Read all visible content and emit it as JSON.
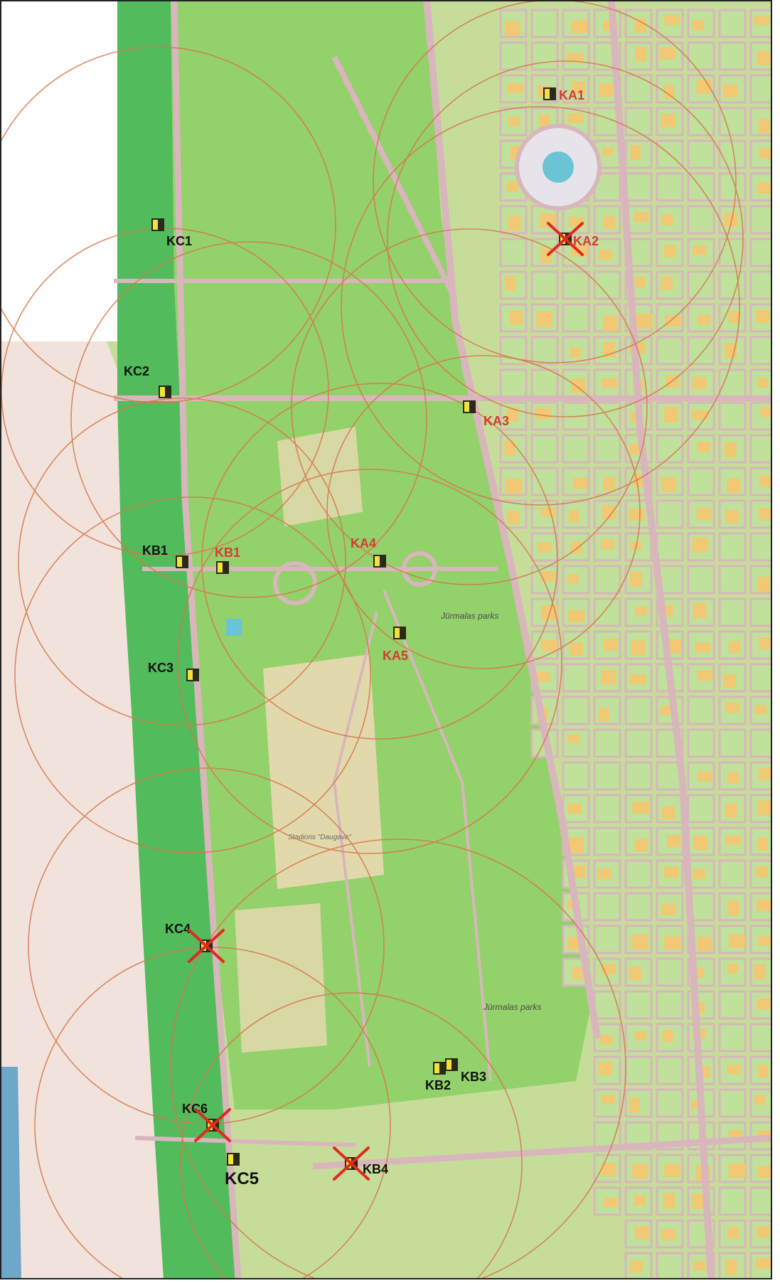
{
  "parks": [
    {
      "id": "park-north",
      "label": "Jūrmalas parks"
    },
    {
      "id": "park-south",
      "label": "Jūrmalas parks"
    }
  ],
  "stadium": {
    "label": "Stadions \"Daugava\""
  },
  "colors": {
    "sea": "#6fa7c9",
    "beach": "#f1e3dc",
    "forest": "#52bb5c",
    "park": "#93d16b",
    "road": "#d8b6bc",
    "building": "#f1c873",
    "range_circle": "#d6774a",
    "label_red": "#d63a33",
    "label_black": "#111111",
    "marker_yellow": "#f2e23a",
    "marker_dark": "#2a2a1a",
    "cross": "#e02a1f"
  },
  "stations": [
    {
      "id": "KA1",
      "label": "KA1",
      "group": "KA",
      "removed": false
    },
    {
      "id": "KA2",
      "label": "KA2",
      "group": "KA",
      "removed": true
    },
    {
      "id": "KA3",
      "label": "KA3",
      "group": "KA",
      "removed": false
    },
    {
      "id": "KA4",
      "label": "KA4",
      "group": "KA",
      "removed": false
    },
    {
      "id": "KA5",
      "label": "KA5",
      "group": "KA",
      "removed": false
    },
    {
      "id": "KB1",
      "label": "KB1",
      "group": "KB",
      "removed": false
    },
    {
      "id": "KB1b",
      "label": "KB1",
      "group": "KB",
      "removed": false
    },
    {
      "id": "KB2",
      "label": "KB2",
      "group": "KB",
      "removed": false
    },
    {
      "id": "KB3",
      "label": "KB3",
      "group": "KB",
      "removed": false
    },
    {
      "id": "KB4",
      "label": "KB4",
      "group": "KB",
      "removed": true
    },
    {
      "id": "KC1",
      "label": "KC1",
      "group": "KC",
      "removed": false
    },
    {
      "id": "KC2",
      "label": "KC2",
      "group": "KC",
      "removed": false
    },
    {
      "id": "KC3",
      "label": "KC3",
      "group": "KC",
      "removed": false
    },
    {
      "id": "KC4",
      "label": "KC4",
      "group": "KC",
      "removed": true
    },
    {
      "id": "KC6",
      "label": "KC6",
      "group": "KC",
      "removed": true
    },
    {
      "id": "KC5",
      "label": "KC5",
      "group": "KC",
      "removed": false
    }
  ]
}
